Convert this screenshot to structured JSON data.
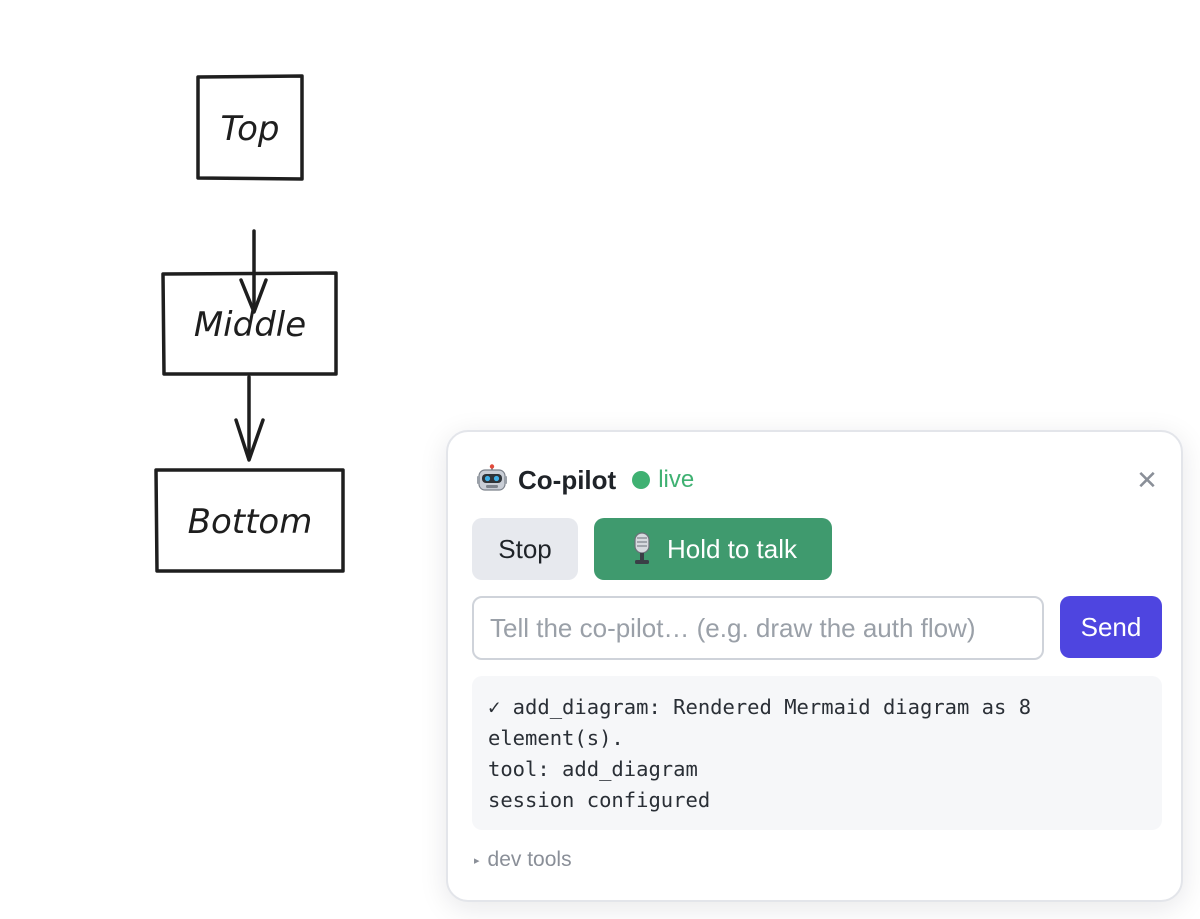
{
  "canvas": {
    "nodes": [
      {
        "label": "Top"
      },
      {
        "label": "Middle"
      },
      {
        "label": "Bottom"
      }
    ]
  },
  "copilot": {
    "icon": "robot-icon",
    "title": "Co-pilot",
    "status": "live",
    "status_color": "#3fb172",
    "close_icon": "close-icon",
    "stop_label": "Stop",
    "talk_label": "Hold to talk",
    "talk_icon": "microphone-icon",
    "input_placeholder": "Tell the co-pilot… (e.g. draw the auth flow)",
    "input_value": "",
    "send_label": "Send",
    "accent_send": "#4e45e0",
    "accent_talk": "#3f9a6e",
    "log": [
      "✓ add_diagram: Rendered Mermaid diagram as 8 element(s).",
      "tool: add_diagram",
      "session configured"
    ],
    "devtools_label": "dev tools"
  }
}
